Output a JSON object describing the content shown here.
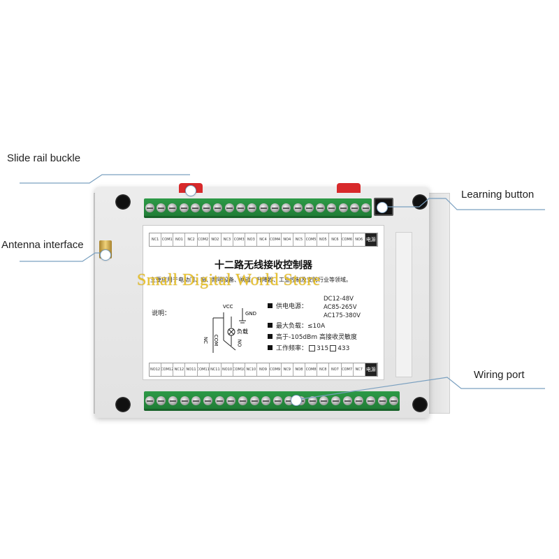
{
  "callouts": {
    "slide_rail_buckle": "Slide rail buckle",
    "learning_button": "Learning button",
    "antenna_interface": "Antenna interface",
    "wiring_port": "Wiring port"
  },
  "watermark": "Small Digital World Store",
  "sticker": {
    "title": "十二路无线接收控制器",
    "description": "主要应用于电动门、窗、照明设备、闸道、升降器、工业控制及安防行业等领域。",
    "note": "说明：",
    "spec_power": "供电电源：",
    "voltages": [
      "DC12-48V",
      "AC85-265V",
      "AC175-380V"
    ],
    "spec_load": "最大负载：≤10A",
    "spec_sensitivity": "高于-105dBm 高接收灵敏度",
    "spec_freq": "工作频率：",
    "freq_options": [
      "315",
      "433"
    ],
    "wiring_labels": [
      "VCC",
      "GND",
      "负载",
      "NC",
      "COM",
      "NO"
    ],
    "top_pins": [
      "NC1",
      "COM1",
      "NO1",
      "NC2",
      "COM2",
      "NO2",
      "NC3",
      "COM3",
      "NO3",
      "NC4",
      "COM4",
      "NO4",
      "NC5",
      "COM5",
      "NO5",
      "NC6",
      "COM6",
      "NO6"
    ],
    "top_pin_end": "电源",
    "bottom_pins": [
      "NO12",
      "COM12",
      "NC12",
      "NO11",
      "COM11",
      "NC11",
      "NO10",
      "COM10",
      "NC10",
      "NO9",
      "COM9",
      "NC9",
      "NO8",
      "COM8",
      "NC8",
      "NO7",
      "COM7",
      "NC7"
    ],
    "bottom_pin_end": "电源"
  },
  "colors": {
    "terminal_green": "#228a3c",
    "clip_red": "#d8292b",
    "watermark_yellow": "#f0c828",
    "leader_blue": "#7aa0c0"
  }
}
